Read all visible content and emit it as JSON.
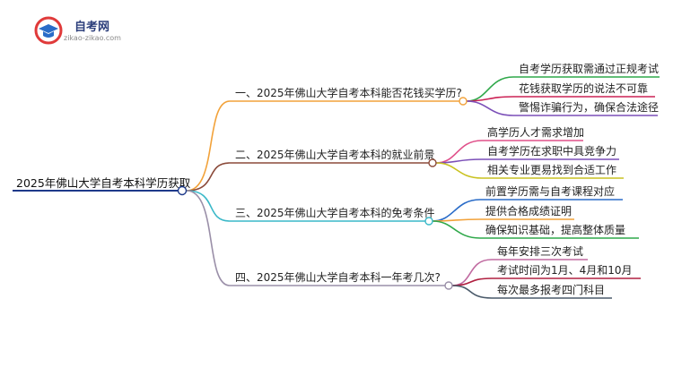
{
  "logo": {
    "title": "自考网",
    "subtitle": "zikao-zikao.com",
    "icon": "graduation-cap-icon"
  },
  "root": {
    "label": "2025年佛山大学自考本科学历获取"
  },
  "branches": [
    {
      "label": "一、2025年佛山大学自考本科能否花钱买学历?",
      "color": "#f2a23a",
      "children": [
        "自考学历获取需通过正规考试",
        "花钱获取学历的说法不可靠",
        "警惕诈骗行为，确保合法途径"
      ],
      "child_colors": [
        "#2fa84a",
        "#cc2255",
        "#7b4fb8"
      ]
    },
    {
      "label": "二、2025年佛山大学自考本科的就业前景",
      "color": "#8b4a3a",
      "children": [
        "高学历人才需求增加",
        "自考学历在求职中具竞争力",
        "相关专业更易找到合适工作"
      ],
      "child_colors": [
        "#e0508a",
        "#7b4fb8",
        "#c9c220"
      ]
    },
    {
      "label": "三、2025年佛山大学自考本科的免考条件",
      "color": "#3ab8c8",
      "children": [
        "前置学历需与自考课程对应",
        "提供合格成绩证明",
        "确保知识基础，提高整体质量"
      ],
      "child_colors": [
        "#2a6cc8",
        "#f2a23a",
        "#2fa84a"
      ]
    },
    {
      "label": "四、2025年佛山大学自考本科一年考几次?",
      "color": "#9a8fa8",
      "children": [
        "每年安排三次考试",
        "考试时间为1月、4月和10月",
        "每次最多报考四门科目"
      ],
      "child_colors": [
        "#c06aa0",
        "#b02040",
        "#4a5a6a"
      ]
    }
  ],
  "colors": {
    "root_line": "#1e3a8a"
  }
}
